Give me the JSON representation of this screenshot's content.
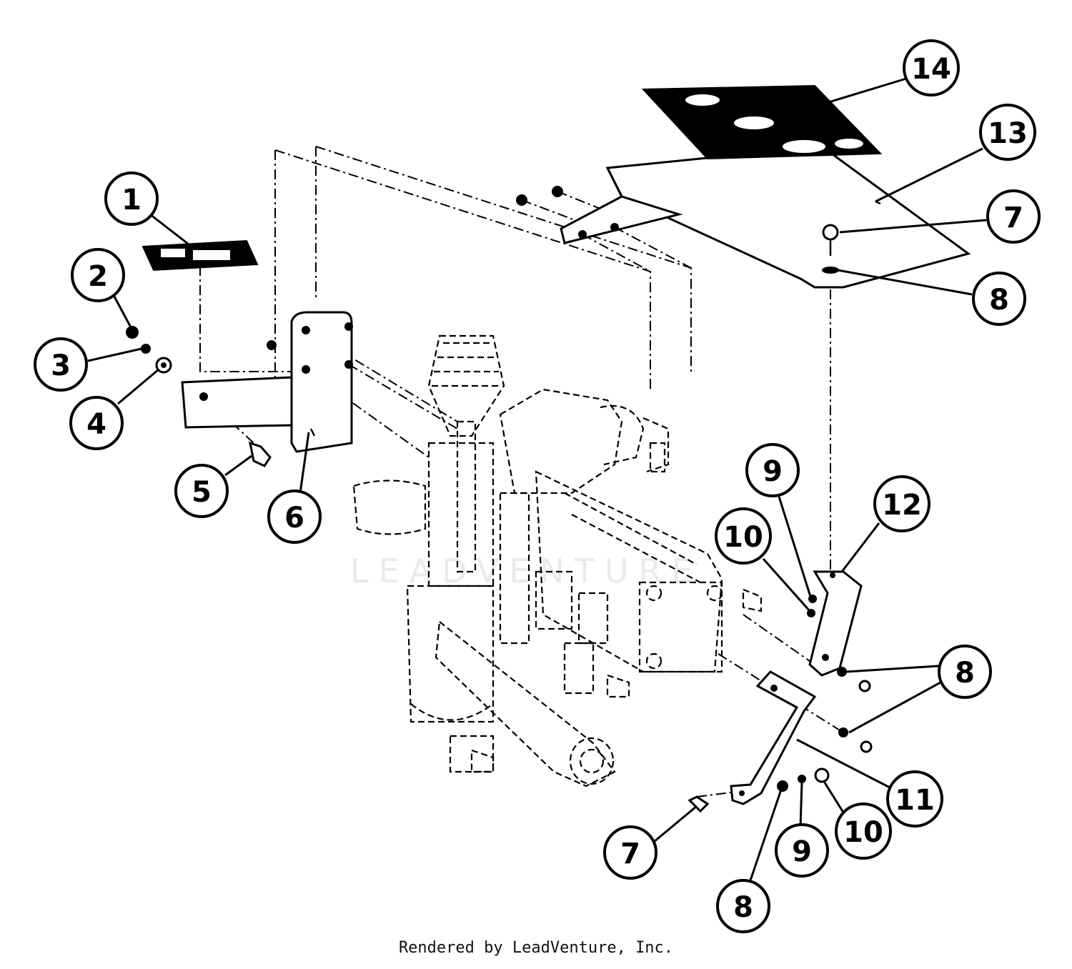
{
  "diagram": {
    "callouts": [
      {
        "id": "c1",
        "label": "1"
      },
      {
        "id": "c2",
        "label": "2"
      },
      {
        "id": "c3",
        "label": "3"
      },
      {
        "id": "c4",
        "label": "4"
      },
      {
        "id": "c5",
        "label": "5"
      },
      {
        "id": "c6",
        "label": "6"
      },
      {
        "id": "c14",
        "label": "14"
      },
      {
        "id": "c13",
        "label": "13"
      },
      {
        "id": "c7a",
        "label": "7"
      },
      {
        "id": "c8a",
        "label": "8"
      },
      {
        "id": "c9a",
        "label": "9"
      },
      {
        "id": "c10a",
        "label": "10"
      },
      {
        "id": "c12",
        "label": "12"
      },
      {
        "id": "c8b",
        "label": "8"
      },
      {
        "id": "c11",
        "label": "11"
      },
      {
        "id": "c7b",
        "label": "7"
      },
      {
        "id": "c8c",
        "label": "8"
      },
      {
        "id": "c9b",
        "label": "9"
      },
      {
        "id": "c10b",
        "label": "10"
      }
    ],
    "watermark": "LEADVENTURE"
  },
  "footer": {
    "credit": "Rendered by LeadVenture, Inc."
  }
}
